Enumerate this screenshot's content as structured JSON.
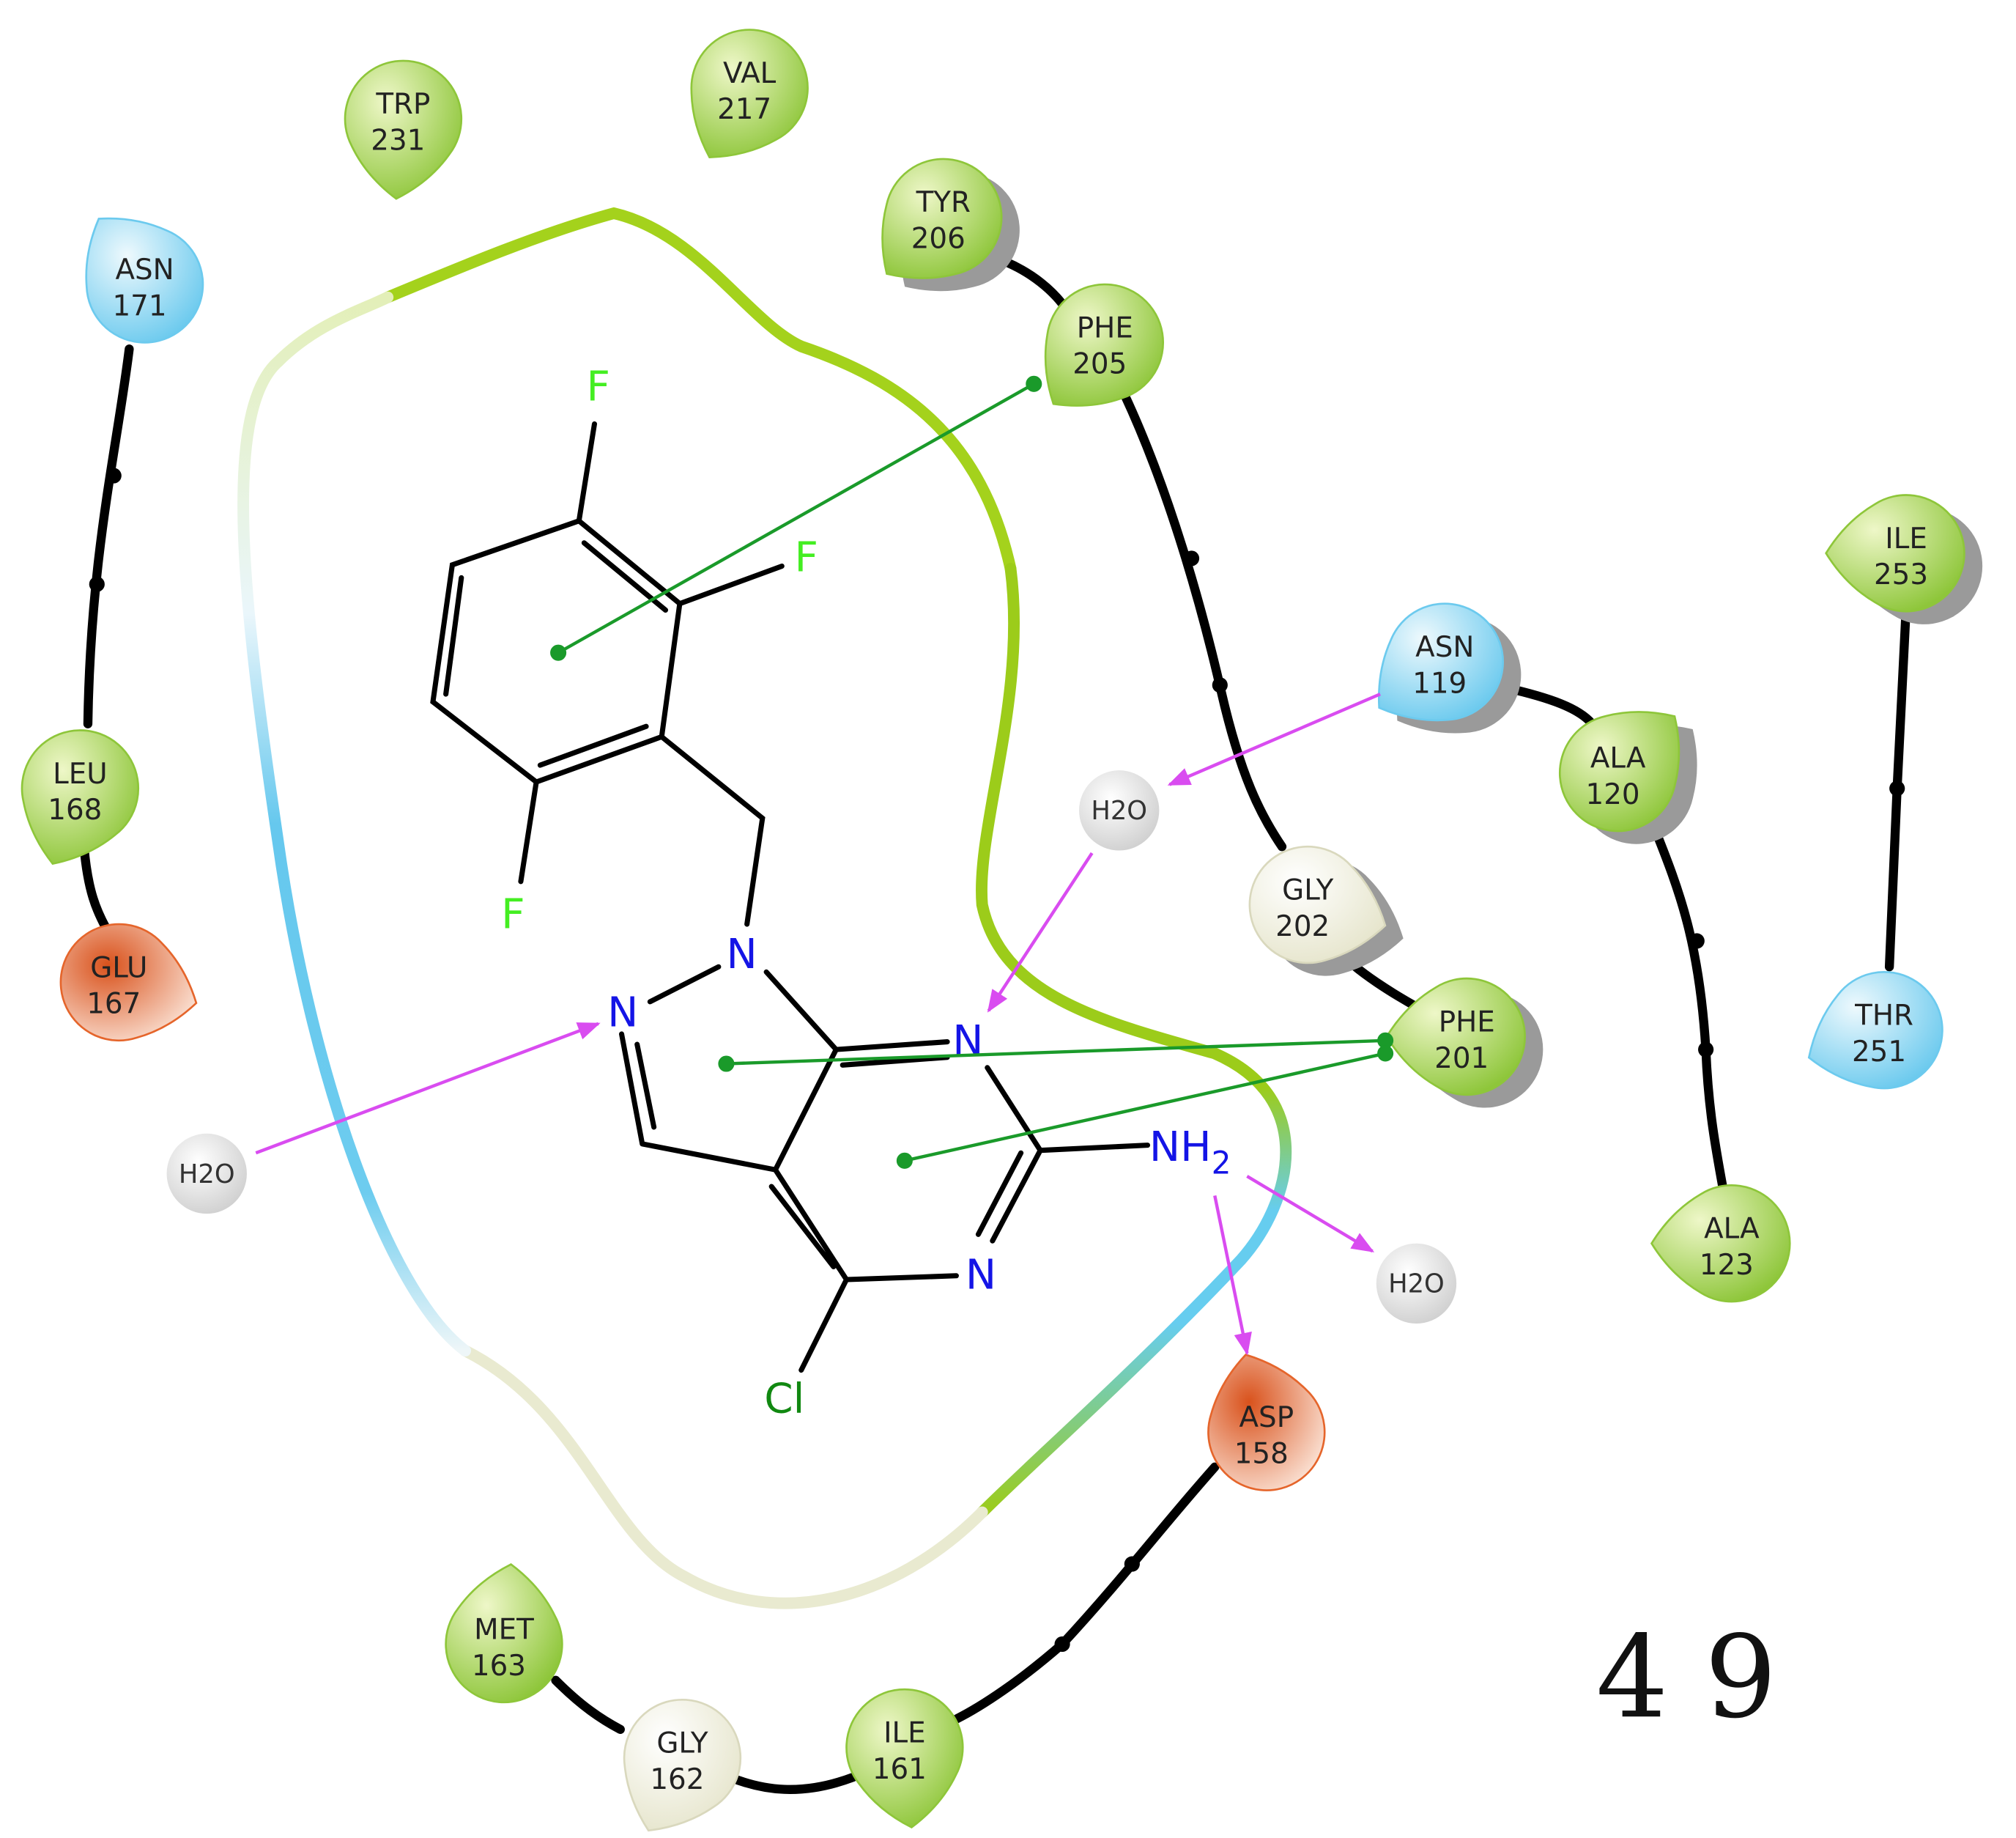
{
  "colors": {
    "hydrophobic": "#9ccc3c",
    "polar": "#7fd0ef",
    "negative": "#e5652b",
    "glycine": "#ecebd8",
    "water": "#dddddd",
    "pi_stacking": "#1a9a2a",
    "hbond": "#d94cf0",
    "nitrogen": "#1414e6",
    "fluorine": "#44ee22",
    "chlorine": "#118811",
    "bond": "#000000"
  },
  "residues": [
    {
      "name": "TRP",
      "num": "231",
      "type": "hydrophobic"
    },
    {
      "name": "VAL",
      "num": "217",
      "type": "hydrophobic"
    },
    {
      "name": "ASN",
      "num": "171",
      "type": "polar"
    },
    {
      "name": "LEU",
      "num": "168",
      "type": "hydrophobic"
    },
    {
      "name": "GLU",
      "num": "167",
      "type": "negative"
    },
    {
      "name": "TYR",
      "num": "206",
      "type": "hydrophobic"
    },
    {
      "name": "PHE",
      "num": "205",
      "type": "hydrophobic"
    },
    {
      "name": "ASN",
      "num": "119",
      "type": "polar"
    },
    {
      "name": "ALA",
      "num": "120",
      "type": "hydrophobic"
    },
    {
      "name": "ILE",
      "num": "253",
      "type": "hydrophobic"
    },
    {
      "name": "GLY",
      "num": "202",
      "type": "glycine"
    },
    {
      "name": "PHE",
      "num": "201",
      "type": "hydrophobic"
    },
    {
      "name": "THR",
      "num": "251",
      "type": "polar"
    },
    {
      "name": "ALA",
      "num": "123",
      "type": "hydrophobic"
    },
    {
      "name": "ASP",
      "num": "158",
      "type": "negative"
    },
    {
      "name": "MET",
      "num": "163",
      "type": "hydrophobic"
    },
    {
      "name": "GLY",
      "num": "162",
      "type": "glycine"
    },
    {
      "name": "ILE",
      "num": "161",
      "type": "hydrophobic"
    }
  ],
  "waters": [
    {
      "label": "H2O"
    },
    {
      "label": "H2O"
    },
    {
      "label": "H2O"
    }
  ],
  "ligand": {
    "atoms": {
      "f1": "F",
      "f2": "F",
      "f3": "F",
      "n1": "N",
      "n2": "N",
      "n3": "N",
      "n4": "N",
      "nh2": "NH",
      "nh2_sub": "2",
      "cl": "Cl"
    }
  },
  "compound_number": "4 9"
}
